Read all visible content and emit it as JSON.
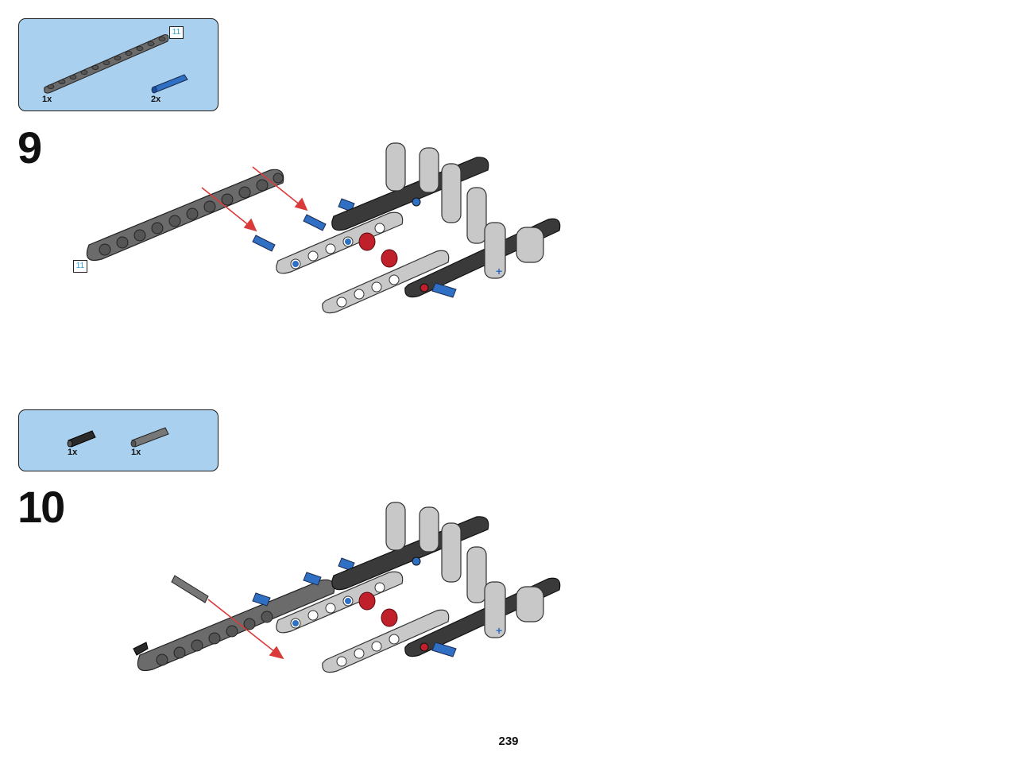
{
  "steps": [
    {
      "number": "9",
      "parts": [
        {
          "name": "beam-11",
          "qty": "1x",
          "length_badge": "11"
        },
        {
          "name": "blue-pin",
          "qty": "2x"
        }
      ],
      "assembly_badge": "11"
    },
    {
      "number": "10",
      "parts": [
        {
          "name": "black-pin",
          "qty": "1x"
        },
        {
          "name": "axle-pin",
          "qty": "1x"
        }
      ]
    }
  ],
  "page_number": "239",
  "colors": {
    "parts_box": "#a9d0ee",
    "beam_dark": "#6b6b6b",
    "beam_light": "#c8c8c8",
    "beam_black": "#3a3a3a",
    "pin_blue": "#2f6fc4",
    "pin_red": "#c0202a",
    "arrow": "#d93a3a",
    "badge_text": "#2aa0d8"
  }
}
